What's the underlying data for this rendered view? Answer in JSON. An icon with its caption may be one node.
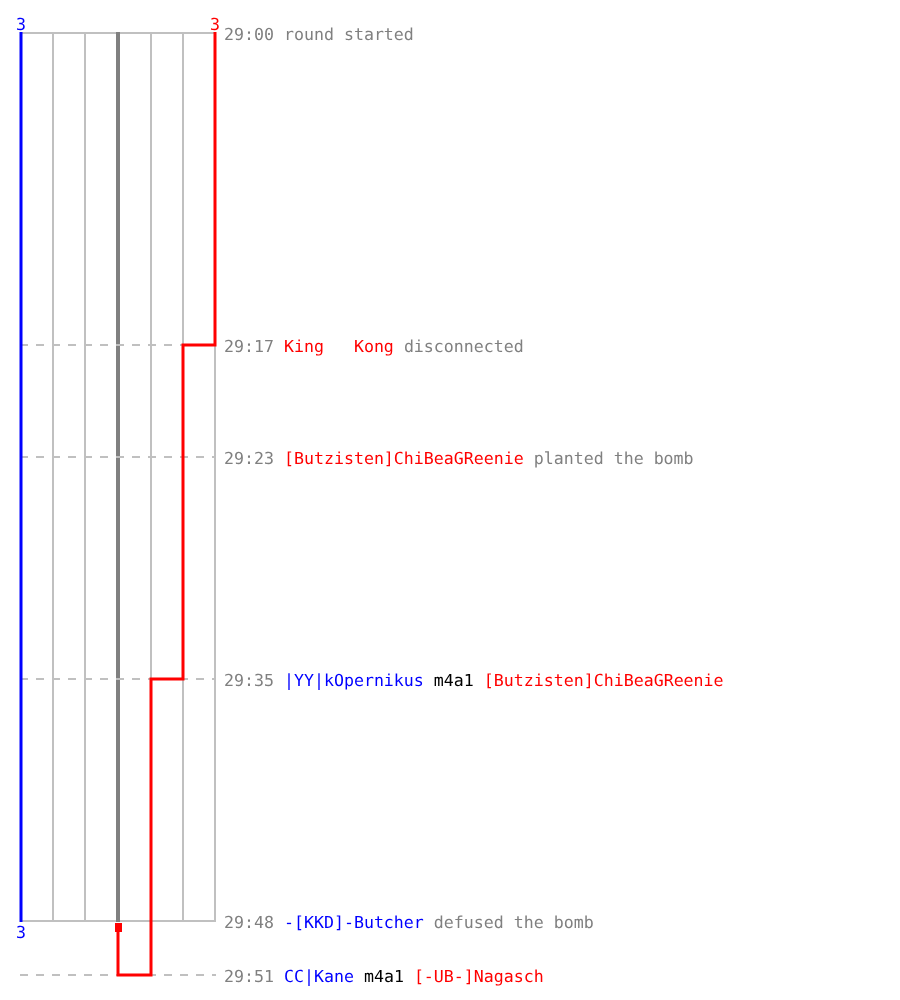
{
  "diagram": {
    "labels": [
      "3",
      "3",
      "29:00",
      "round started",
      "29:17",
      "King   Kong",
      "disconnected",
      "29:23",
      "[Butzisten]ChiBeaGReenie",
      "planted the bomb",
      "29:35",
      "|YY|kOpernikus",
      "m4a1",
      "[Butzisten]ChiBeaGReenie",
      "3",
      "29:48",
      "-[KKD]-Butcher",
      "defused the bomb",
      "29:51",
      "CC|Kane",
      "m4a1",
      "[-UB-]Nagasch"
    ]
  }
}
